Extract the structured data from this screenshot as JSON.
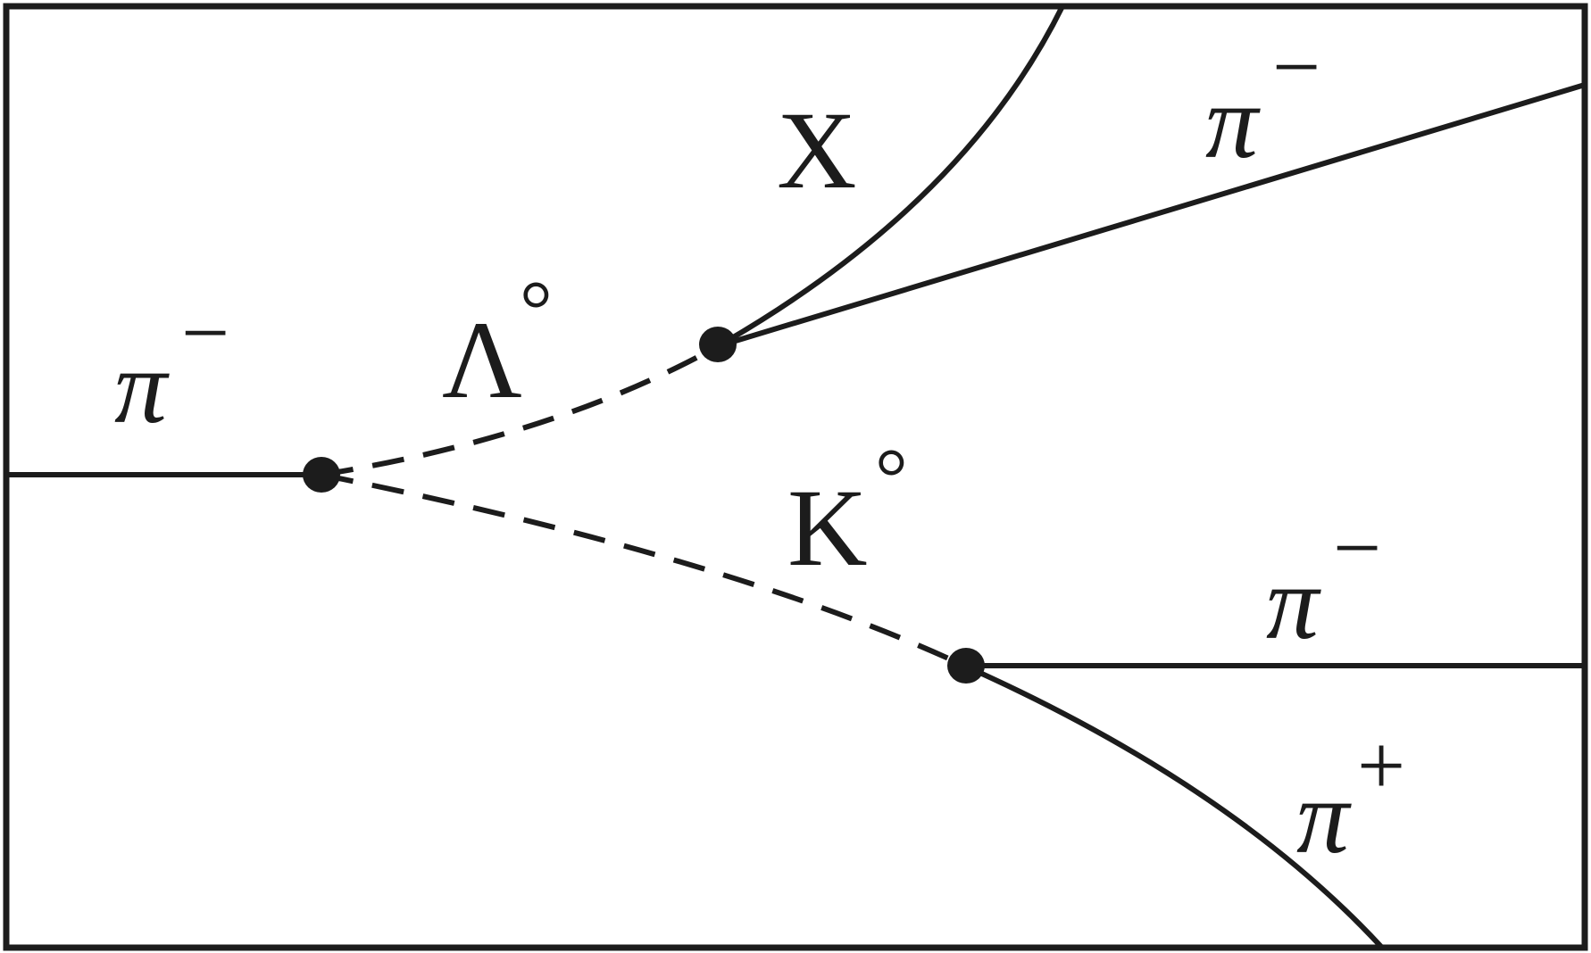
{
  "diagram": {
    "colors": {
      "ink": "#1c1c1c",
      "background": "#ffffff"
    },
    "labels": {
      "incoming_pion": {
        "base": "π",
        "charge": "−"
      },
      "lambda": {
        "base": "Λ",
        "sup": "°"
      },
      "kaon": {
        "base": "K",
        "sup": "°"
      },
      "x_particle": {
        "base": "X"
      },
      "lambda_pion": {
        "base": "π",
        "charge": "−"
      },
      "kaon_pion_minus": {
        "base": "π",
        "charge": "−"
      },
      "kaon_pion_plus": {
        "base": "π",
        "charge": "+"
      }
    },
    "tracks": [
      {
        "name": "incoming-pion-minus-track",
        "particle": "π−",
        "style": "solid",
        "charge": "negative"
      },
      {
        "name": "lambda-track",
        "particle": "Λ°",
        "style": "dashed",
        "charge": "neutral"
      },
      {
        "name": "kaon-track",
        "particle": "K°",
        "style": "dashed",
        "charge": "neutral"
      },
      {
        "name": "x-track",
        "particle": "X",
        "style": "solid",
        "charge": "positive"
      },
      {
        "name": "lambda-pion-minus-track",
        "particle": "π−",
        "style": "solid",
        "charge": "negative"
      },
      {
        "name": "kaon-pion-minus-track",
        "particle": "π−",
        "style": "solid",
        "charge": "negative"
      },
      {
        "name": "kaon-pion-plus-track",
        "particle": "π+",
        "style": "solid",
        "charge": "positive"
      }
    ],
    "vertices": [
      {
        "name": "production-vertex"
      },
      {
        "name": "lambda-decay-vertex"
      },
      {
        "name": "kaon-decay-vertex"
      }
    ]
  }
}
